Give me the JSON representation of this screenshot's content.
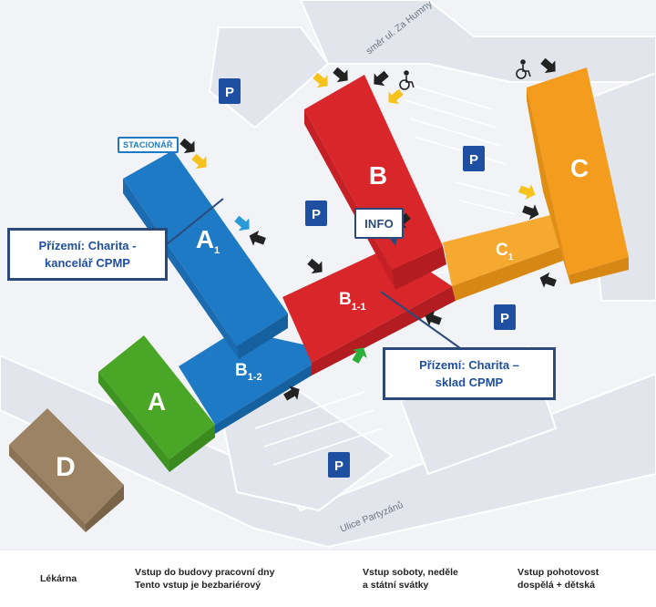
{
  "colors": {
    "green": "#4aa626",
    "blue": "#1e7ac4",
    "red": "#d8262b",
    "orange": "#f39c1d",
    "brown": "#9c8363",
    "parking": "#1f4fa0",
    "road": "#e6e9ee",
    "road_line": "#ffffff"
  },
  "streets": {
    "top": "směr ul. Za Humny",
    "bottom": "Ulice Partyzánů"
  },
  "buildings": {
    "a_small": "A",
    "a1": "A",
    "a1_sub": "1",
    "b": "B",
    "b1_1": "B",
    "b1_1_sub": "1-1",
    "b1_2": "B",
    "b1_2_sub": "1-2",
    "c": "C",
    "c1": "C",
    "c1_sub": "1",
    "d": "D"
  },
  "parking_label": "P",
  "tags": {
    "stacionar": "STACIONÁŘ",
    "info": "INFO"
  },
  "callouts": {
    "a_line1": "Přízemí: Charita -",
    "a_line2": "kancelář CPMP",
    "b_line1": "Přízemí: Charita –",
    "b_line2": "sklad CPMP"
  },
  "legend": {
    "pharmacy": "Lékárna",
    "weekday_line1": "Vstup do budovy pracovní dny",
    "weekday_line2": "Tento vstup je bezbariérový",
    "weekend_line1": "Vstup soboty, neděle",
    "weekend_line2": "a státní svátky",
    "emergency_line1": "Vstup pohotovost",
    "emergency_line2": "dospělá + dětská",
    "icons": [
      "green-arrow-icon",
      "black-arrow-icon",
      "wheelchair-icon",
      "yellow-arrow-icon",
      "blue-arrow-icon",
      "star-of-life-icon"
    ]
  }
}
